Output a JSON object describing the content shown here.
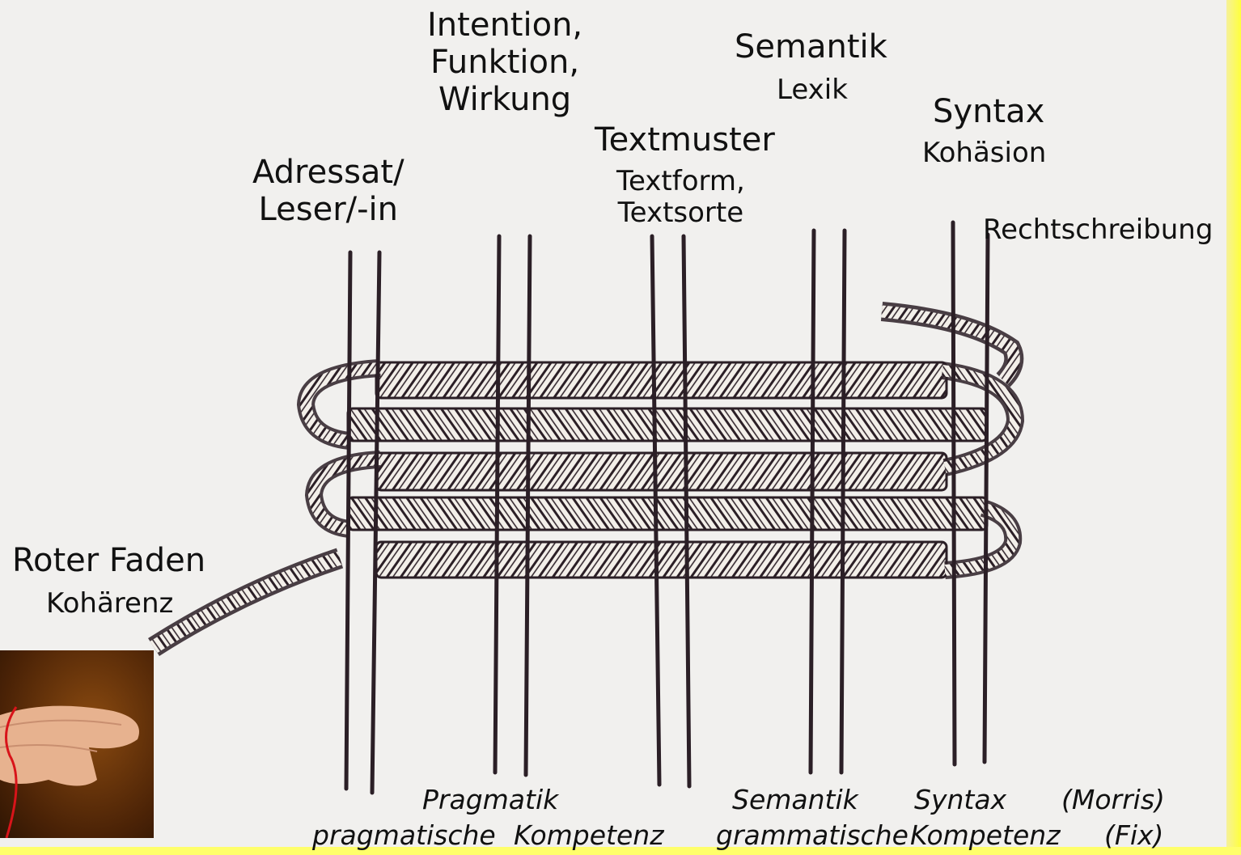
{
  "top_labels": {
    "adressat_line1": "Adressat/",
    "adressat_line2": "Leser/-in",
    "intention_line1": "Intention,",
    "intention_line2": "Funktion,",
    "intention_line3": "Wirkung",
    "textmuster": "Textmuster",
    "textform": "Textform,",
    "textsorte": "Textsorte",
    "semantik": "Semantik",
    "lexik": "Lexik",
    "syntax": "Syntax",
    "kohaesion": "Kohäsion",
    "rechtschreibung": "Rechtschreibung"
  },
  "side_labels": {
    "roter_faden": "Roter Faden",
    "kohaerenz": "Kohärenz"
  },
  "bottom_labels": {
    "pragmatik": "Pragmatik",
    "pragmatische": "pragmatische",
    "kompetenz_1": "Kompetenz",
    "semantik": "Semantik",
    "grammatische": "grammatische",
    "syntax": "Syntax",
    "kompetenz_2": "Kompetenz",
    "morris": "(Morris)",
    "fix": "(Fix)"
  },
  "colors": {
    "ink": "#2b1f26",
    "background": "#f1f0ee",
    "accent_yellow": "#ffff3c",
    "thread_red": "#d8141a"
  }
}
